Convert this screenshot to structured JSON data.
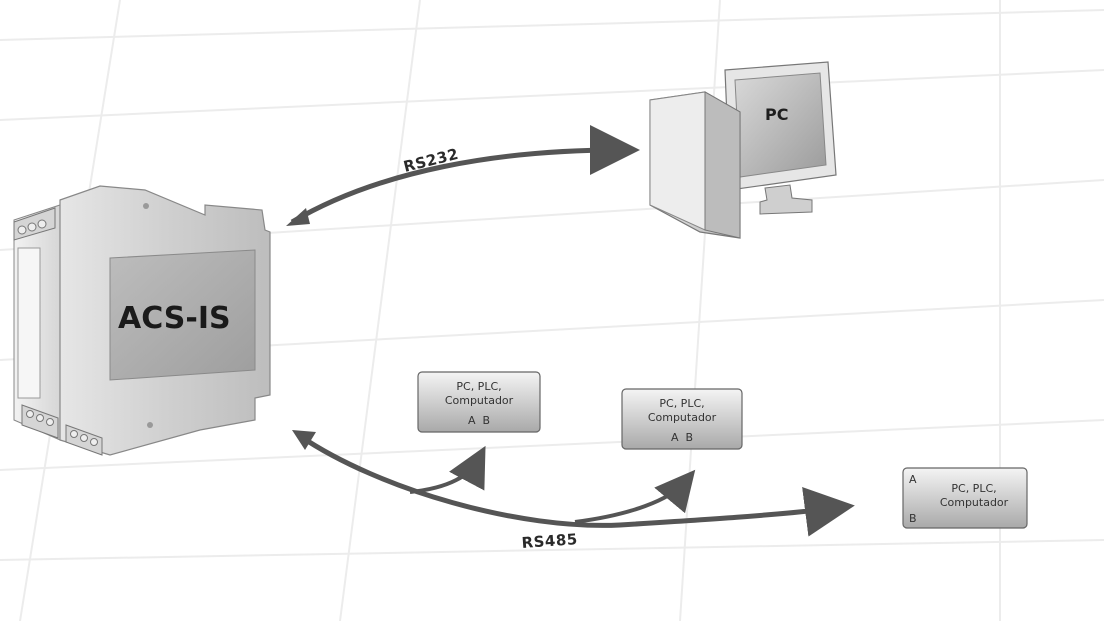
{
  "device": {
    "name": "ACS-IS"
  },
  "pc": {
    "label": "PC"
  },
  "links": {
    "rs232": "RS232",
    "rs485": "RS485"
  },
  "nodes": [
    {
      "line1": "PC, PLC,",
      "line2": "Computador",
      "line3": "A  B"
    },
    {
      "line1": "PC, PLC,",
      "line2": "Computador",
      "line3": "A  B"
    },
    {
      "line1": "PC, PLC,",
      "line2": "Computador",
      "pin_a": "A",
      "pin_b": "B"
    }
  ],
  "colors": {
    "arrow": "#555555",
    "device_body": "#c9c9c9",
    "node_box": "#d8d8d8"
  }
}
